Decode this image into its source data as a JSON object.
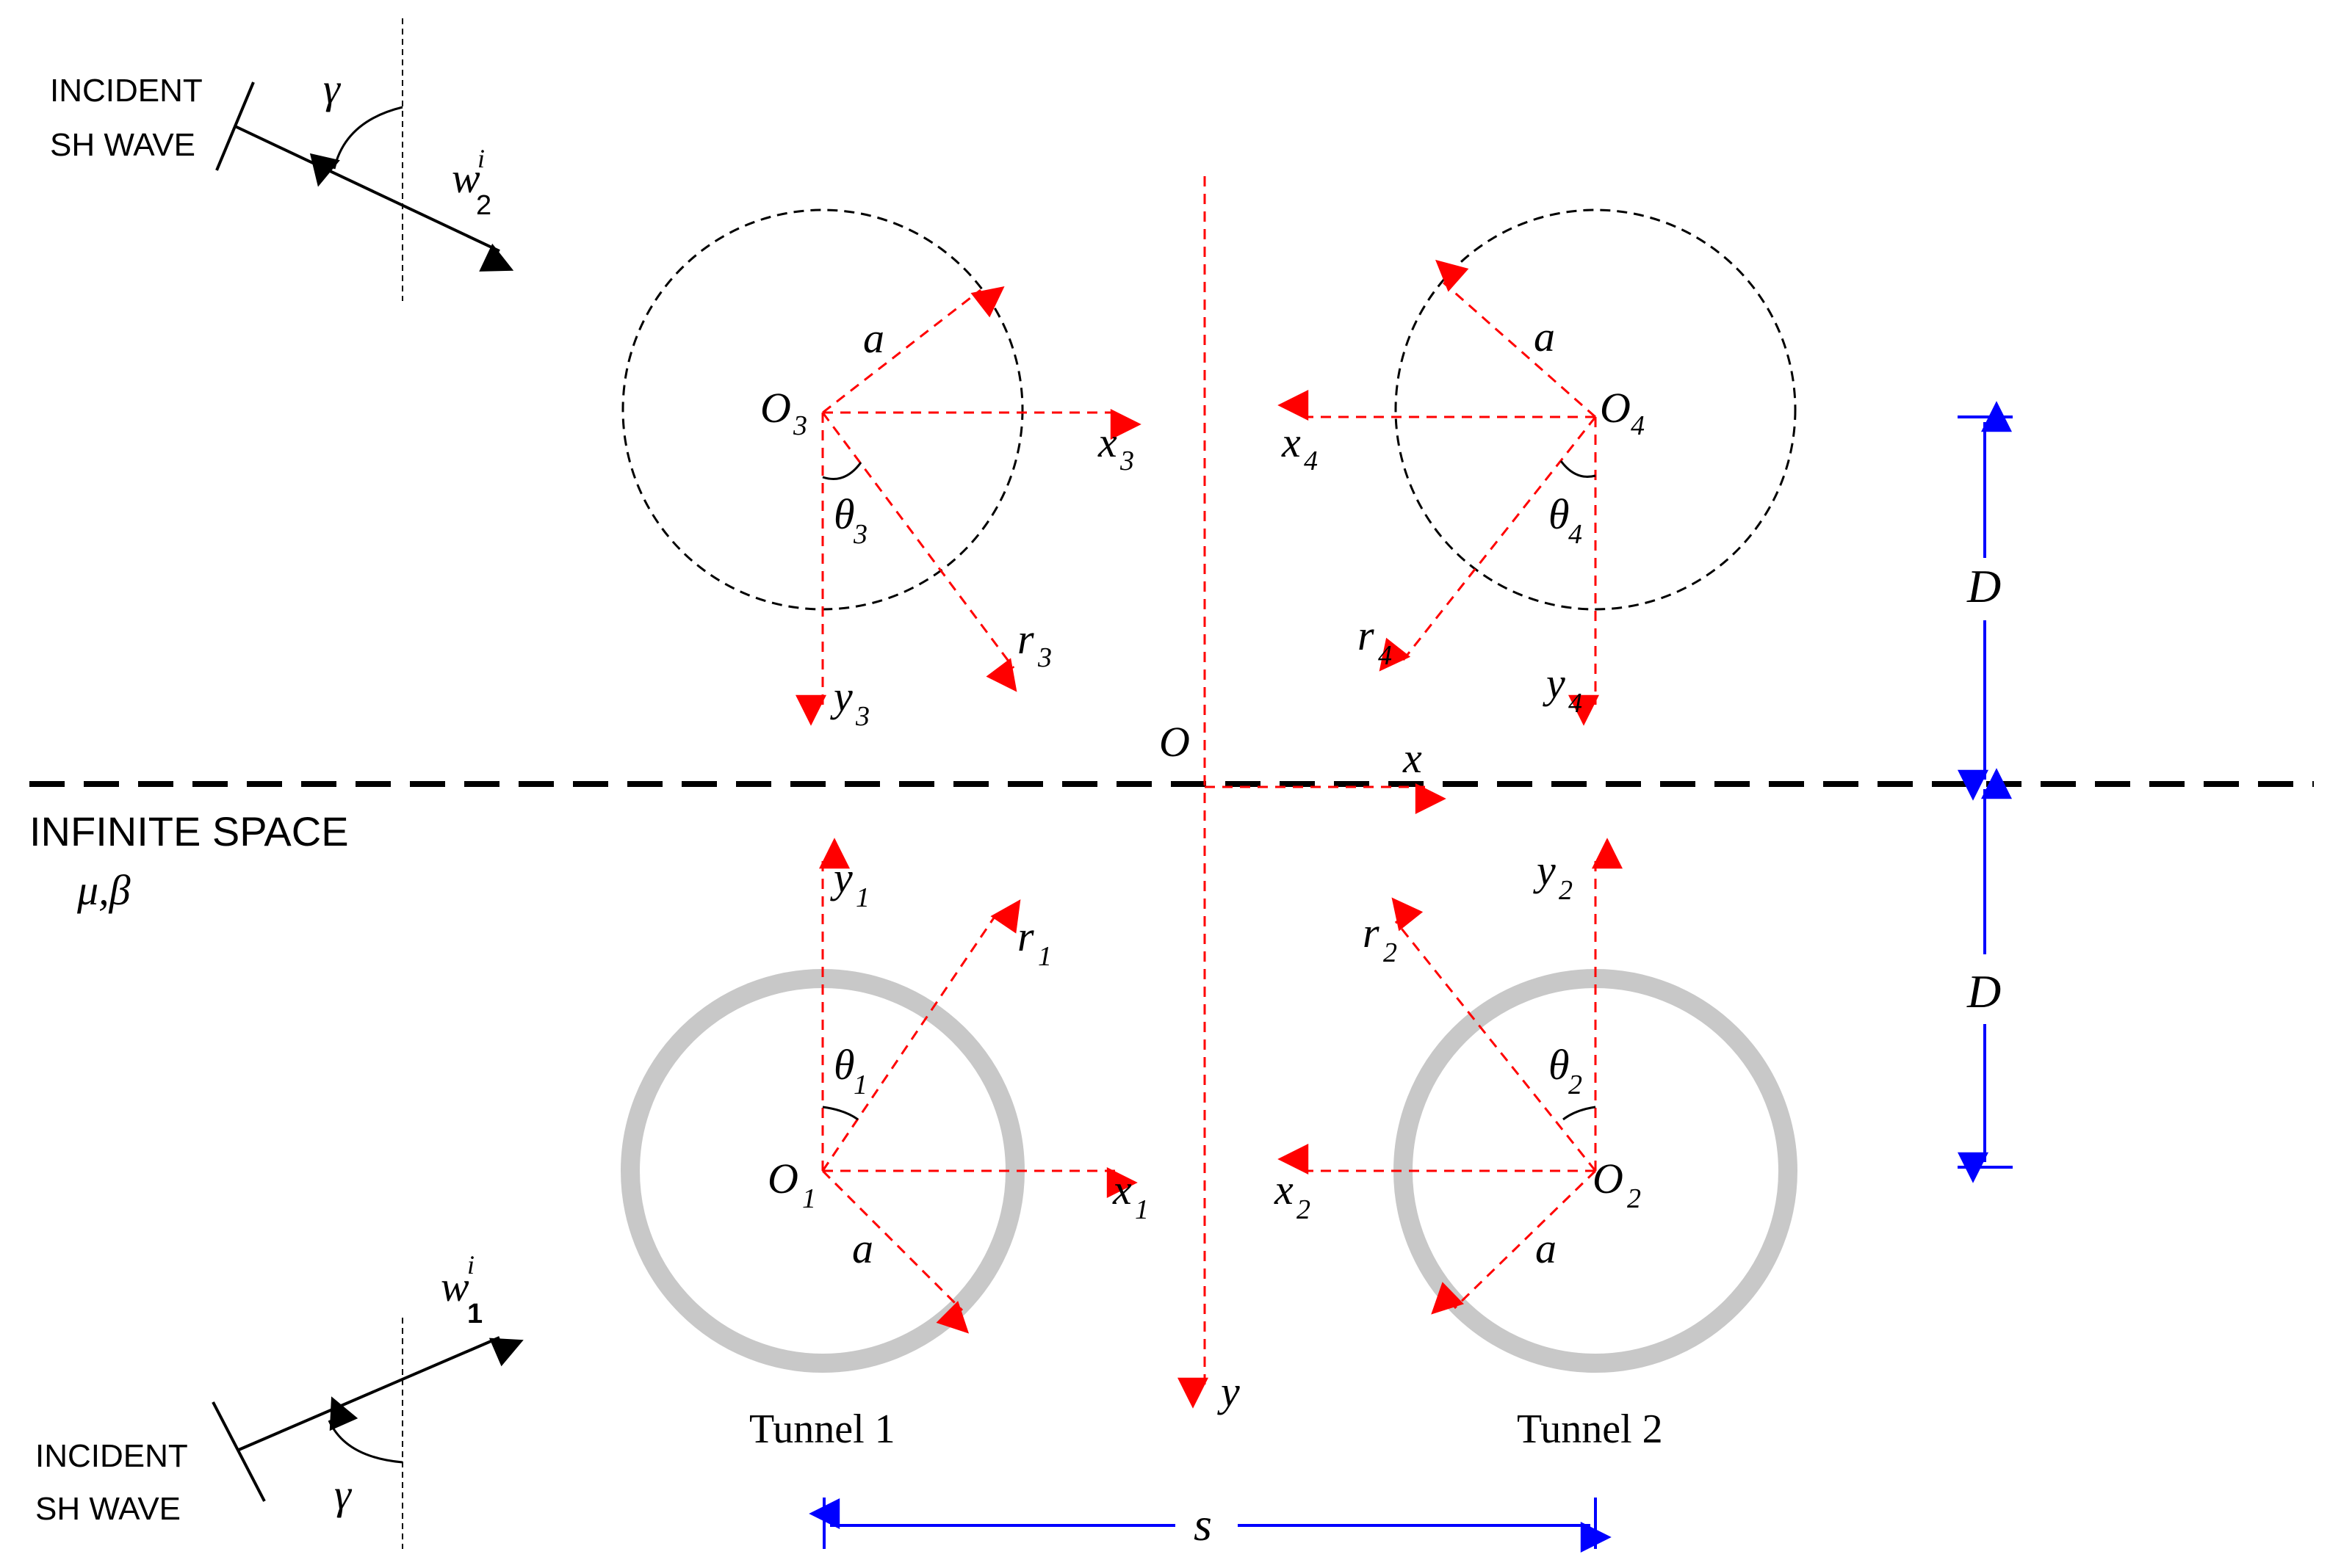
{
  "colors": {
    "construction": "#ff0000",
    "dimension": "#0000ff",
    "outline": "#000000",
    "tunnel_lining": "#c8c8c8"
  },
  "labels": {
    "incident_top": [
      "INCIDENT",
      "SH WAVE"
    ],
    "incident_bottom": [
      "INCIDENT",
      "SH WAVE"
    ],
    "gamma": "γ",
    "w": "w",
    "w_sup": "i",
    "w_top_sub": "2",
    "w_bottom_sub": "1",
    "infinite_space": "INFINITE SPACE",
    "material": "μ,β",
    "origin": "O",
    "x": "x",
    "y": "y",
    "a": "a",
    "D": "D",
    "s": "s",
    "tunnel1": "Tunnel 1",
    "tunnel2": "Tunnel 2"
  },
  "centers": [
    {
      "O": "O",
      "sub": "1",
      "x": "x",
      "y": "y",
      "r": "r",
      "theta": "θ"
    },
    {
      "O": "O",
      "sub": "2",
      "x": "x",
      "y": "y",
      "r": "r",
      "theta": "θ"
    },
    {
      "O": "O",
      "sub": "3",
      "x": "x",
      "y": "y",
      "r": "r",
      "theta": "θ"
    },
    {
      "O": "O",
      "sub": "4",
      "x": "x",
      "y": "y",
      "r": "r",
      "theta": "θ"
    }
  ]
}
